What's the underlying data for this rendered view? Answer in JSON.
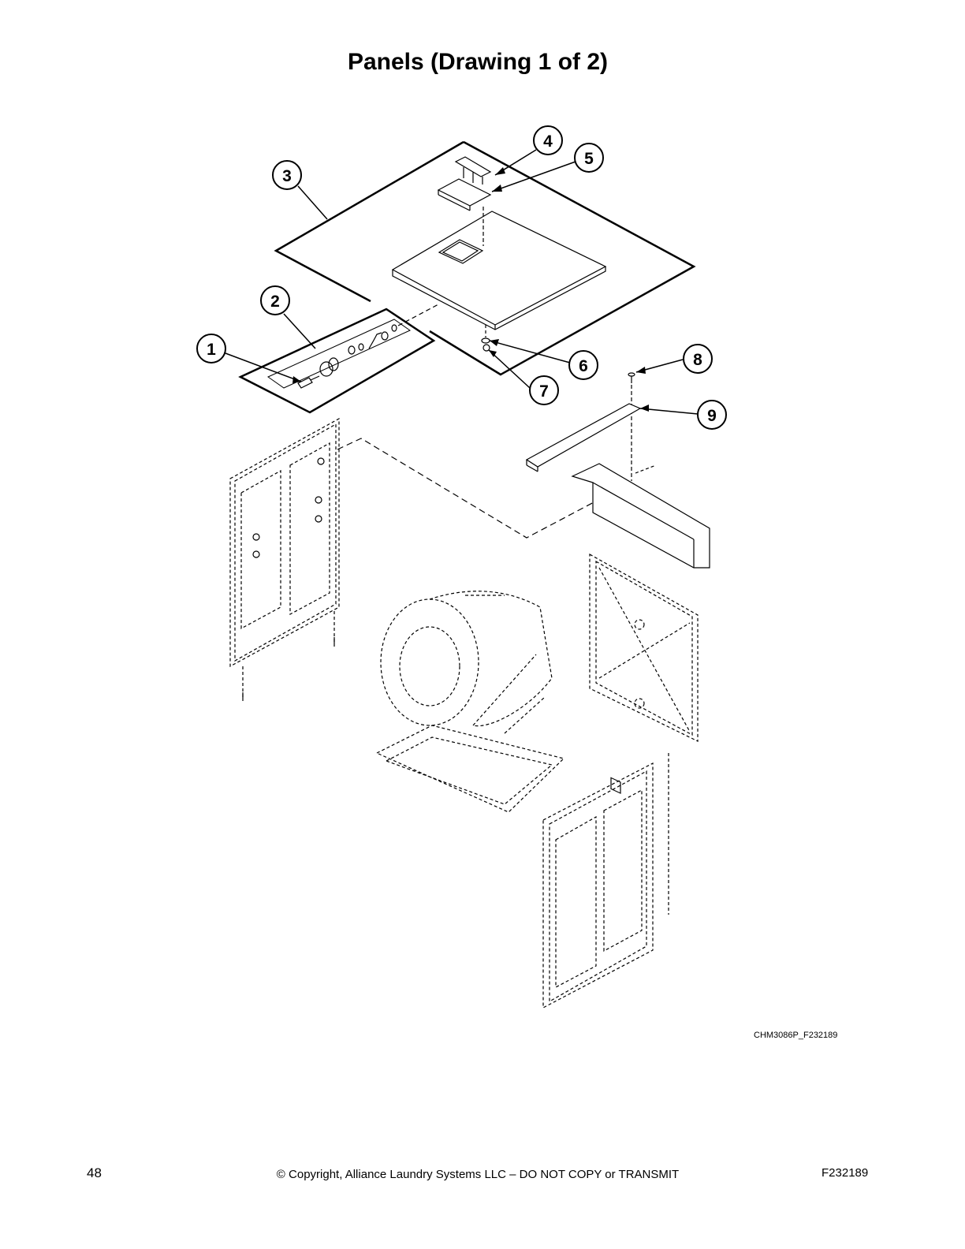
{
  "page": {
    "title": "Panels (Drawing 1 of 2)",
    "drawing_id": "CHM3086P_F232189",
    "page_number": "48",
    "copyright": "© Copyright, Alliance Laundry Systems LLC – DO NOT COPY or TRANSMIT",
    "form_number": "F232189"
  },
  "callouts": [
    "1",
    "2",
    "3",
    "4",
    "5",
    "6",
    "7",
    "8",
    "9"
  ]
}
